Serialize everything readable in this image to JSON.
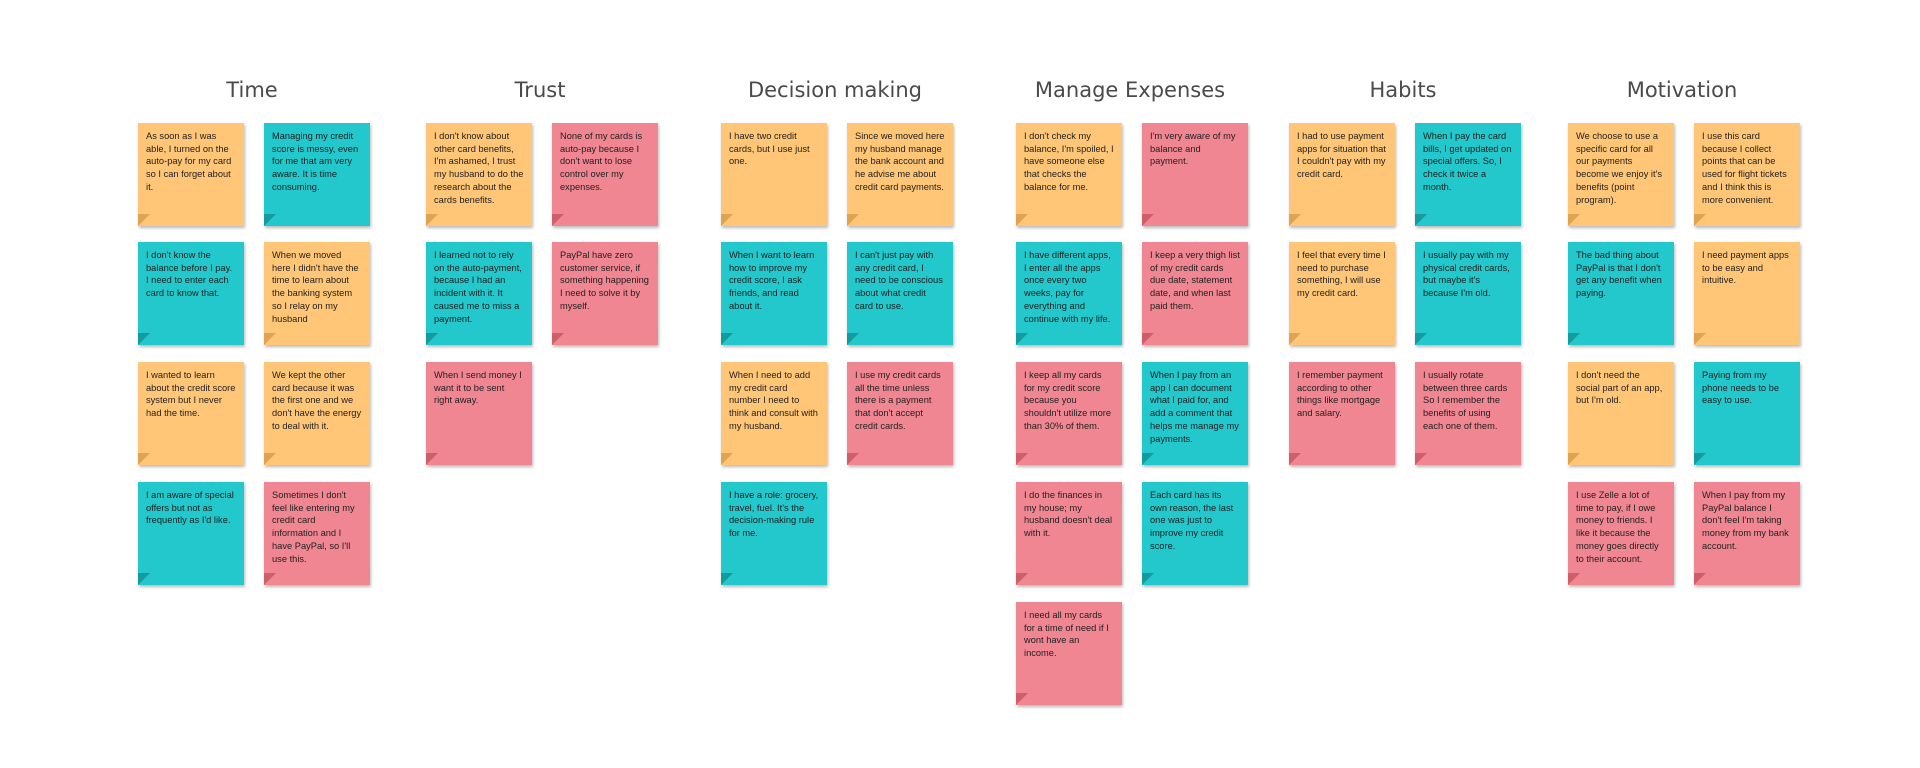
{
  "clusters": [
    {
      "title": "Time",
      "notes": [
        {
          "color": "yellow",
          "text": "As soon as I was able, I turned on the auto-pay for my card so I can forget about it."
        },
        {
          "color": "teal",
          "text": "Managing my credit score is messy, even for me that am very aware. It is time consuming."
        },
        {
          "color": "teal",
          "text": "I don't know the balance before I pay. I need to enter each card to know that."
        },
        {
          "color": "yellow",
          "text": "When we moved here I didn't have the time to learn about the banking system so I relay on my husband"
        },
        {
          "color": "yellow",
          "text": "I wanted to learn about the credit score system but I never had the time."
        },
        {
          "color": "yellow",
          "text": "We kept the other card because it was the first one and we don't have the energy to deal with it."
        },
        {
          "color": "teal",
          "text": "I am aware of special offers but not as frequently as I'd like."
        },
        {
          "color": "pink",
          "text": "Sometimes I don't feel like entering my credit card information and I have PayPal, so I'll use this."
        }
      ]
    },
    {
      "title": "Trust",
      "notes": [
        {
          "color": "yellow",
          "text": "I don't know about other card benefits, I'm ashamed, I trust my husband to do the research about the cards benefits."
        },
        {
          "color": "pink",
          "text": "None of my cards is auto-pay because I don't want to lose control over my expenses."
        },
        {
          "color": "teal",
          "text": "I learned not to rely on the auto-payment, because I had an incident with it. It caused me to miss a payment."
        },
        {
          "color": "pink",
          "text": "PayPal have zero customer service, if something happening I need to solve it by myself."
        },
        {
          "color": "pink",
          "text": "When I send money I want it to be sent right away."
        }
      ]
    },
    {
      "title": "Decision making",
      "notes": [
        {
          "color": "yellow",
          "text": "I have two credit cards, but I use just one."
        },
        {
          "color": "yellow",
          "text": "Since we moved here my husband manage the bank account and he advise me about credit card payments."
        },
        {
          "color": "teal",
          "text": "When I want to learn how to improve my credit score, I ask friends, and read about it."
        },
        {
          "color": "teal",
          "text": "I can't just pay with any credit card, I need to be conscious about what credit card to use."
        },
        {
          "color": "yellow",
          "text": "When I need to add my credit card number I need to think and consult with my husband."
        },
        {
          "color": "pink",
          "text": "I use my credit cards all the time unless there is a payment that don't accept credit cards."
        },
        {
          "color": "teal",
          "text": "I have a role: grocery, travel, fuel. It's the decision-making rule for me."
        }
      ]
    },
    {
      "title": "Manage Expenses",
      "notes": [
        {
          "color": "yellow",
          "text": "I don't check my balance, I'm spoiled, I have someone else that checks the balance for me."
        },
        {
          "color": "pink",
          "text": "I'm very aware of my balance and payment."
        },
        {
          "color": "teal",
          "text": "I have different apps, I enter all the apps once every two weeks, pay for everything and continue with my life."
        },
        {
          "color": "pink",
          "text": "I keep a very thigh list of my credit cards due date, statement date, and when last paid them."
        },
        {
          "color": "pink",
          "text": "I keep all my cards for my credit score because you shouldn't utilize more than 30% of them."
        },
        {
          "color": "teal",
          "text": "When I pay from an app I can document what I paid for, and add a comment that helps me manage my payments."
        },
        {
          "color": "pink",
          "text": "I do the finances in my house; my husband doesn't deal with it."
        },
        {
          "color": "teal",
          "text": "Each card has its own reason, the last one was just to improve my credit score."
        },
        {
          "color": "pink",
          "text": "I need all my cards for a time of need if I wont have an income."
        }
      ]
    },
    {
      "title": "Habits",
      "notes": [
        {
          "color": "yellow",
          "text": "I had to use payment apps for situation that I couldn't pay with my credit card."
        },
        {
          "color": "teal",
          "text": "When I pay the card bills, I get updated on special offers. So, I check it twice a month."
        },
        {
          "color": "yellow",
          "text": "I feel that every time I need to purchase something, I will use my credit card."
        },
        {
          "color": "teal",
          "text": "I usually pay with my physical credit cards, but maybe it's because I'm old."
        },
        {
          "color": "pink",
          "text": "I remember payment according to other things like mortgage and salary."
        },
        {
          "color": "pink",
          "text": "I usually rotate between three cards So I remember the benefits of using each one of them."
        }
      ]
    },
    {
      "title": "Motivation",
      "notes": [
        {
          "color": "yellow",
          "text": "We choose to use a specific card for all our payments become we enjoy it's benefits (point program)."
        },
        {
          "color": "yellow",
          "text": "I use this card because I collect points that can be used for flight tickets and I think this is more convenient."
        },
        {
          "color": "teal",
          "text": "The bad thing about PayPal is that I don't get any benefit when paying."
        },
        {
          "color": "yellow",
          "text": "I need payment apps to be easy and intuitive."
        },
        {
          "color": "yellow",
          "text": "I don't need the social part of an app, but I'm old."
        },
        {
          "color": "teal",
          "text": "Paying from my phone needs to be easy to use."
        },
        {
          "color": "pink",
          "text": "I use Zelle a lot of time to pay, if I owe money to friends. I like it because the money goes directly to their account."
        },
        {
          "color": "pink",
          "text": "When I pay from my PayPal balance I don't feel I'm taking money from my bank account."
        }
      ]
    }
  ]
}
